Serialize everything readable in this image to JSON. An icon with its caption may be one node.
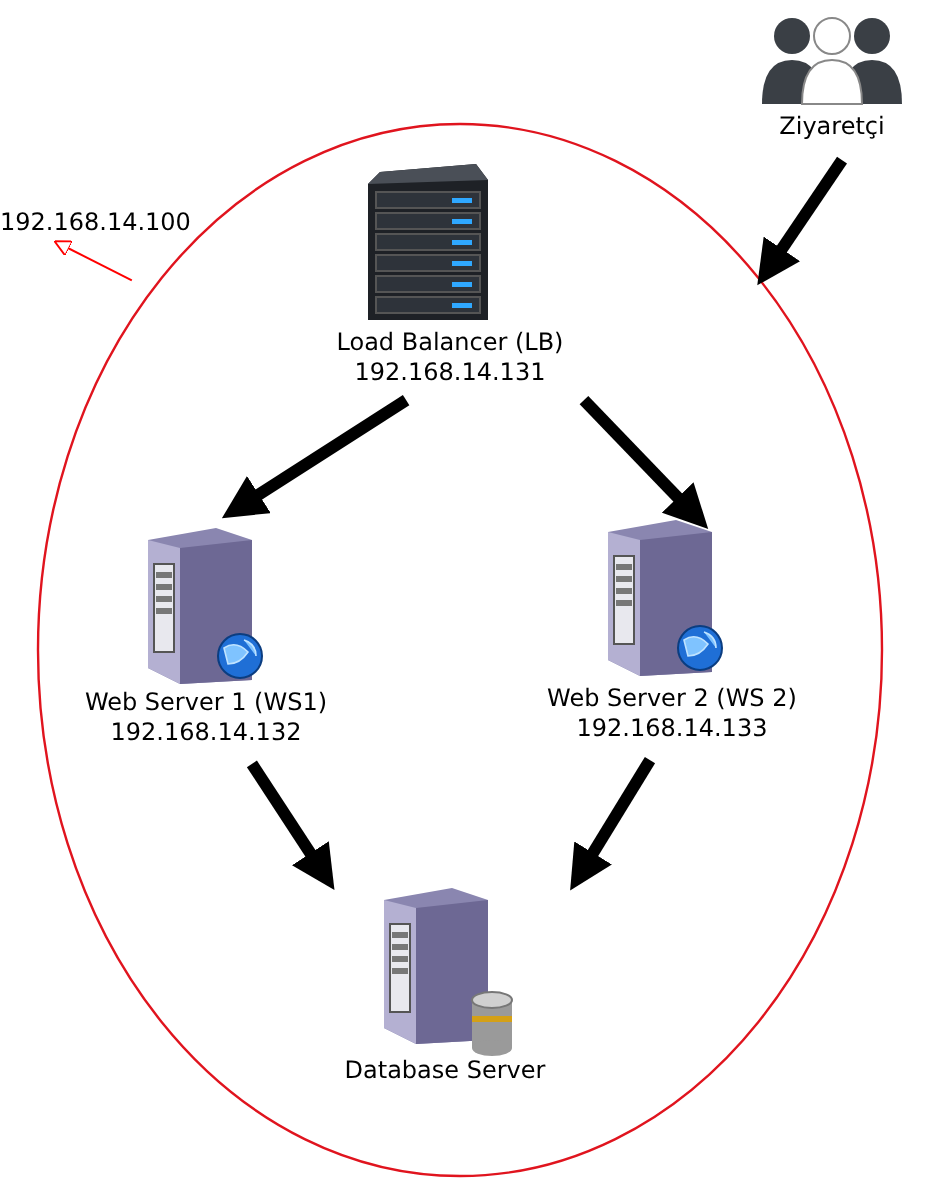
{
  "diagram": {
    "nodes": [
      {
        "text": [
          "Ziyaretçi"
        ]
      },
      {
        "text": [
          "192.168.14.100"
        ]
      },
      {
        "text": [],
        "shape": "circle"
      },
      {
        "text": [
          "Load Balancer (LB)",
          "192.168.14.131"
        ],
        "in": 2
      },
      {
        "text": [
          "Web Server 1 (WS1)",
          "192.168.14.132"
        ],
        "in": 2
      },
      {
        "text": [
          "Web Server 2 (WS 2)",
          "192.168.14.133"
        ],
        "in": 2
      },
      {
        "text": [
          "Database Server"
        ],
        "in": 2
      }
    ],
    "edges": [
      {
        "from": 0,
        "to": 2,
        "arrow": "to"
      },
      {
        "from": 2,
        "to": 1,
        "arrow": "to",
        "color": "#ff0000"
      },
      {
        "from": 3,
        "to": 4,
        "arrow": "to"
      },
      {
        "from": 3,
        "to": 5,
        "arrow": "to"
      },
      {
        "from": 4,
        "to": 6,
        "arrow": "to"
      },
      {
        "from": 5,
        "to": 6,
        "arrow": "to"
      }
    ]
  }
}
